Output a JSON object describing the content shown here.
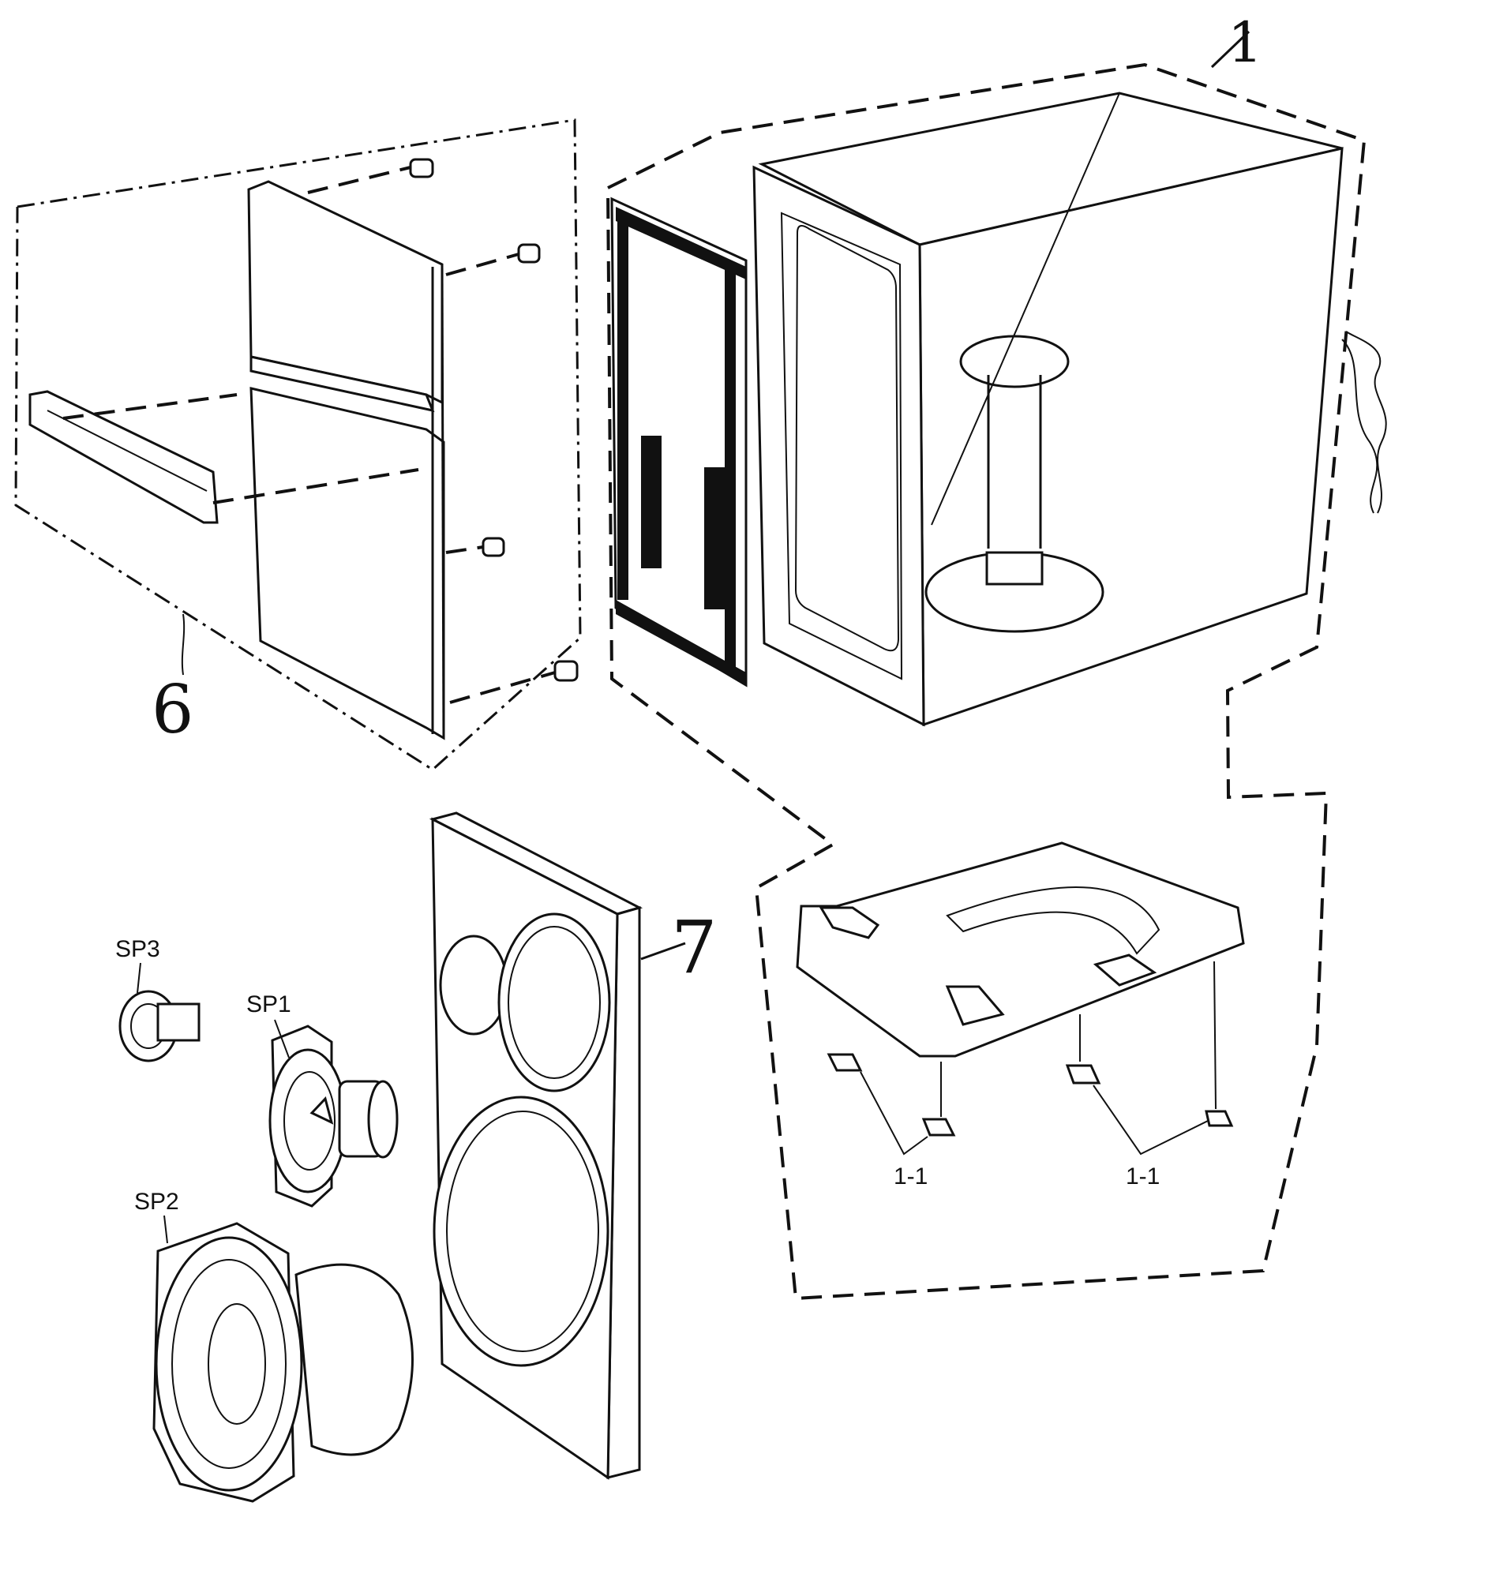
{
  "callouts": {
    "cabinet": "1",
    "grille": "6",
    "baffle": "7",
    "tweeter": "SP3",
    "midrange": "SP1",
    "woofer": "SP2",
    "foot_left": "1-1",
    "foot_right": "1-1"
  }
}
